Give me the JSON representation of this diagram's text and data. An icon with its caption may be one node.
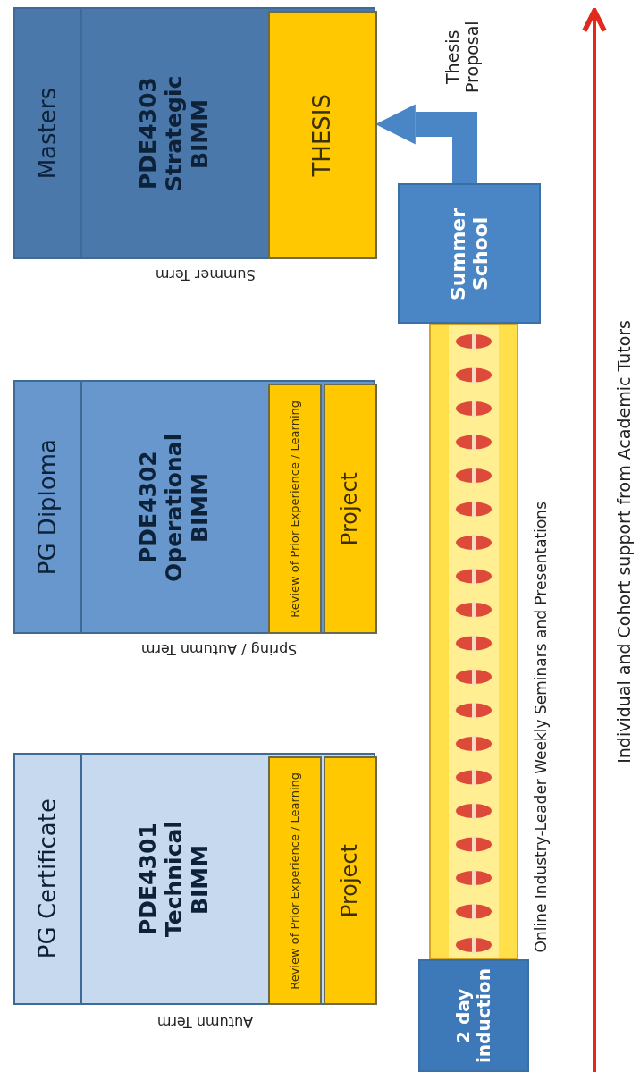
{
  "diagram": {
    "nodes": [
      {
        "text": [
          "Masters",
          "PDE4303 Strategic BIMM"
        ],
        "beside": [
          "Summer Term"
        ]
      },
      {
        "text": [
          "THESIS"
        ],
        "in": 0
      },
      {
        "text": [
          "PG Diploma",
          "PDE4302 Operational BIMM"
        ],
        "beside": [
          "Spring / Autumn Term"
        ]
      },
      {
        "text": [
          "Review of Prior Experience / Learning"
        ],
        "in": 2
      },
      {
        "text": [
          "Project"
        ],
        "in": 2
      },
      {
        "text": [
          "PG Certificate",
          "PDE4301 Technical BIMM"
        ],
        "beside": [
          "Autumn Term"
        ]
      },
      {
        "text": [
          "Review of Prior Experience / Learning"
        ],
        "in": 5
      },
      {
        "text": [
          "Project"
        ],
        "in": 5
      },
      {
        "text": [
          "Summer School"
        ]
      },
      {
        "text": [
          "2 day induction"
        ]
      },
      {
        "text": [],
        "shape": "bar",
        "beside": [
          "Online Industry-Leader Weekly Seminars and Presentations"
        ]
      }
    ],
    "edges": [
      {
        "from": 8,
        "to": 1,
        "label": "Thesis Proposal",
        "arrow": "to"
      }
    ],
    "labels": [
      "Individual and Cohort support from Academic Tutors"
    ]
  }
}
